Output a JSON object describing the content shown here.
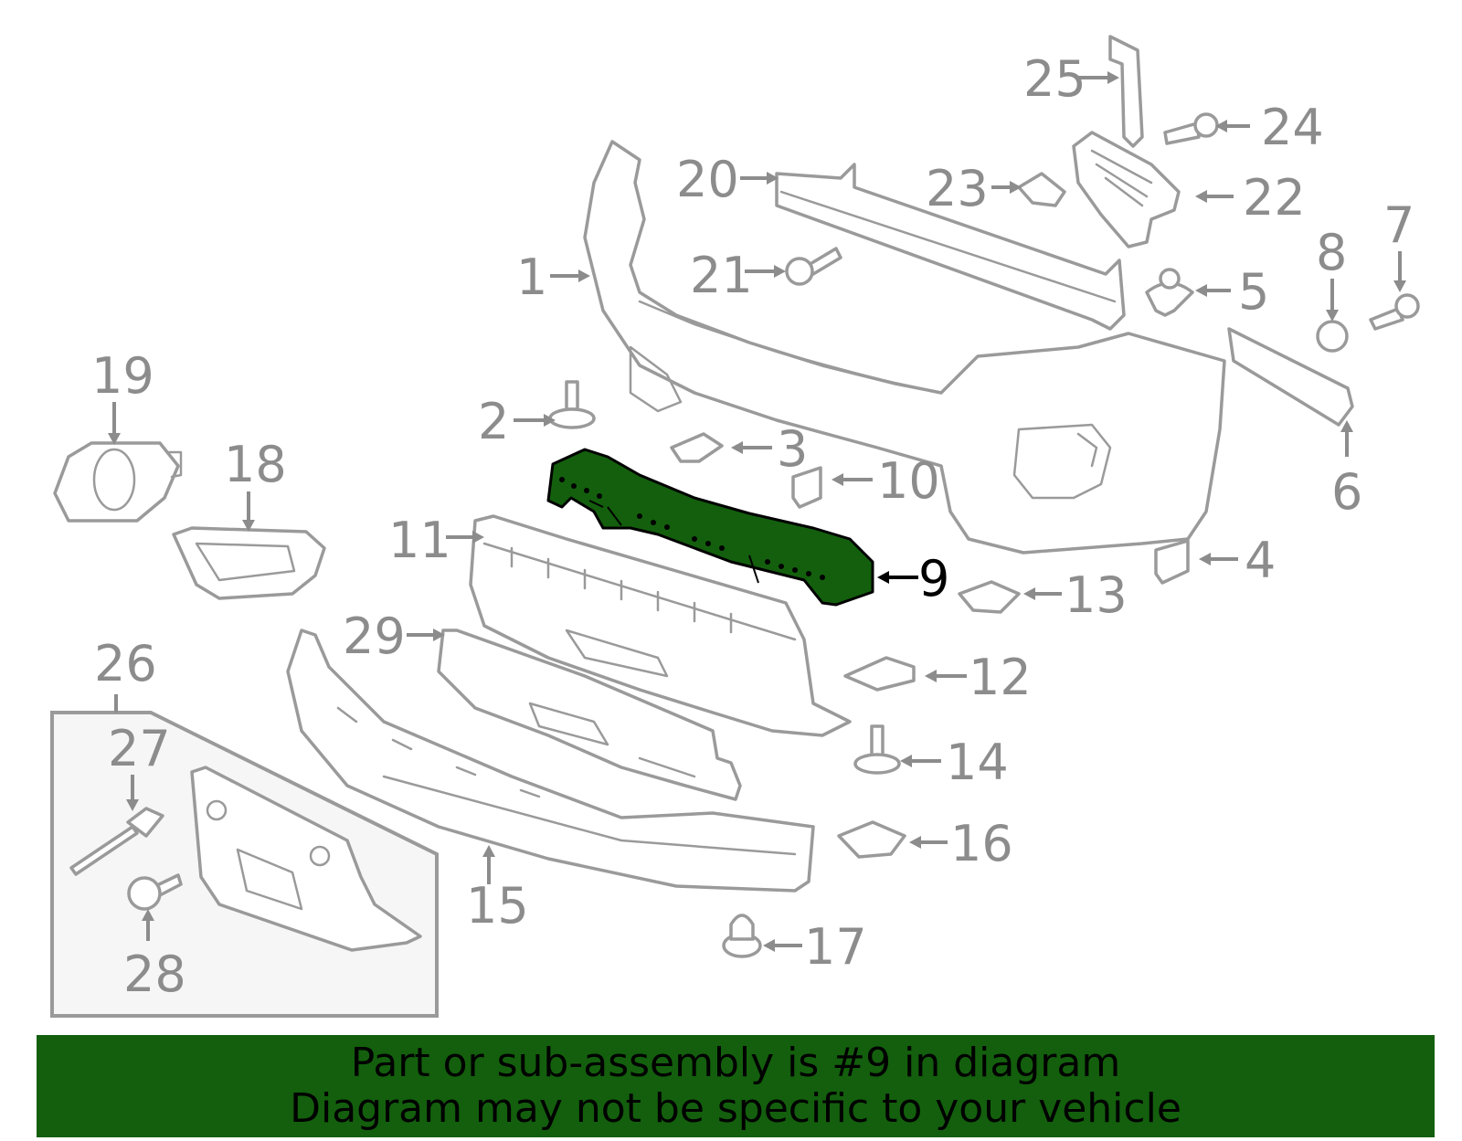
{
  "labels": {
    "l1": "1",
    "l2": "2",
    "l3": "3",
    "l4": "4",
    "l5": "5",
    "l6": "6",
    "l7": "7",
    "l8": "8",
    "l9": "9",
    "l10": "10",
    "l11": "11",
    "l12": "12",
    "l13": "13",
    "l14": "14",
    "l15": "15",
    "l16": "16",
    "l17": "17",
    "l18": "18",
    "l19": "19",
    "l20": "20",
    "l21": "21",
    "l22": "22",
    "l23": "23",
    "l24": "24",
    "l25": "25",
    "l26": "26",
    "l27": "27",
    "l28": "28",
    "l29": "29"
  },
  "highlight": {
    "part_number": "9",
    "color": "#135f0d"
  },
  "banner": {
    "line1": "Part or sub-assembly is #9 in diagram",
    "line2": "Diagram may not be specific to your vehicle",
    "color": "#135f0d"
  }
}
